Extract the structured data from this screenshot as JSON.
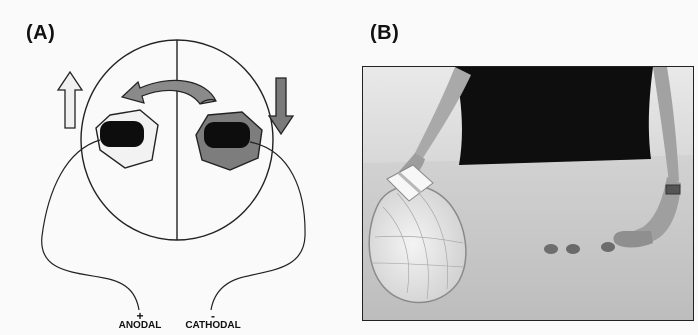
{
  "panels": {
    "a": {
      "label": "(A)",
      "anodal": {
        "sign": "+",
        "name": "ANODAL"
      },
      "cathodal": {
        "sign": "-",
        "name": "CATHODAL"
      }
    },
    "b": {
      "label": "(B)"
    }
  },
  "colors": {
    "anodal_fill": "#f2f2f2",
    "cathodal_fill": "#7d7d7d",
    "electrode": "#0d0d0d",
    "up_arrow_fill": "#f0f0f0",
    "down_arrow_fill": "#7a7a7a",
    "curve_arrow_fill": "#8a8a8a",
    "table": "#c9c9c9",
    "wall": "#e6e6e6",
    "shirt": "#0e0e0e"
  },
  "icons": {
    "up_arrow": "up-arrow-icon",
    "down_arrow": "down-arrow-icon",
    "curved_arrow": "curved-left-arrow-icon"
  }
}
